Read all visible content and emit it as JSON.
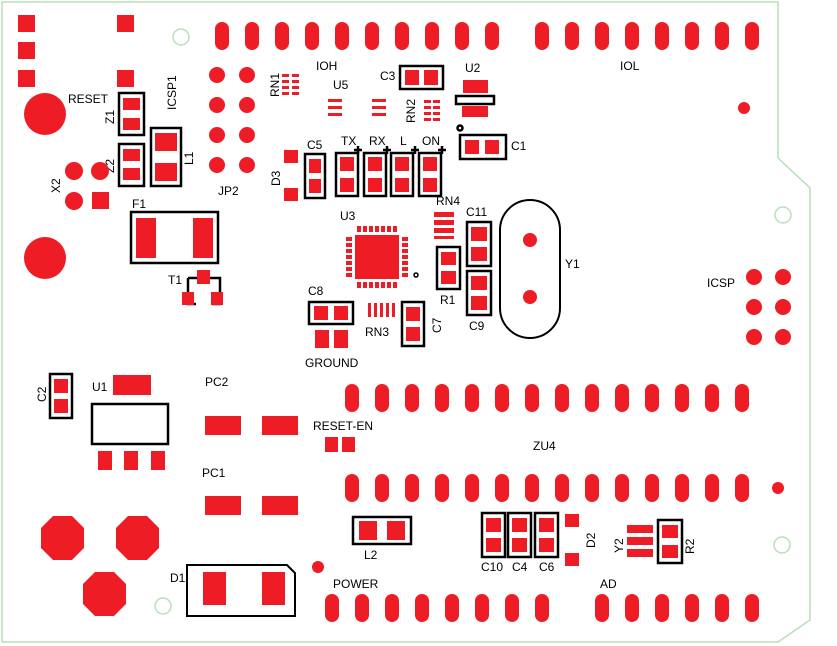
{
  "colors": {
    "copper": "#ee1c24",
    "silkscreen": "#000000",
    "board_outline": "#b9dfb9",
    "background": "#ffffff"
  },
  "labels": {
    "reset": "RESET",
    "icsp1": "ICSP1",
    "rn1": "RN1",
    "ioh": "IOH",
    "u5": "U5",
    "c3": "C3",
    "u2": "U2",
    "iol": "IOL",
    "rn2": "RN2",
    "z1": "Z1",
    "z2": "Z2",
    "l1": "L1",
    "jp2": "JP2",
    "x2": "X2",
    "c5": "C5",
    "tx": "TX",
    "rx": "RX",
    "l": "L",
    "on": "ON",
    "c1": "C1",
    "d3": "D3",
    "f1": "F1",
    "u3": "U3",
    "rn4": "RN4",
    "c11": "C11",
    "y1": "Y1",
    "t1": "T1",
    "icsp": "ICSP",
    "r1": "R1",
    "c8": "C8",
    "rn3": "RN3",
    "c7": "C7",
    "c9": "C9",
    "ground": "GROUND",
    "c2": "C2",
    "u1": "U1",
    "pc2": "PC2",
    "reset_en": "RESET-EN",
    "zu4": "ZU4",
    "pc1": "PC1",
    "l2": "L2",
    "c10": "C10",
    "c4": "C4",
    "c6": "C6",
    "d2": "D2",
    "y2": "Y2",
    "r2": "R2",
    "d1": "D1",
    "power": "POWER",
    "ad": "AD"
  }
}
